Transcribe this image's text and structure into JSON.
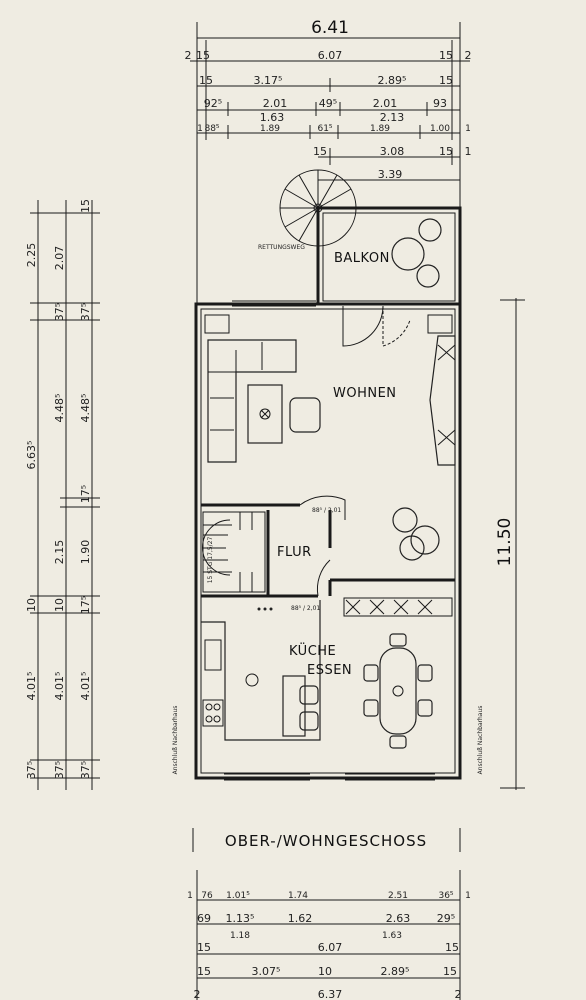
{
  "title": "OBER-/WOHNGESCHOSS",
  "rooms": {
    "wohnen": "WOHNEN",
    "balkon": "BALKON",
    "flur": "FLUR",
    "kueche": "KÜCHE",
    "essen": "ESSEN",
    "rettungsweg": "RETTUNGSWEG"
  },
  "side_notes": {
    "left": "Anschluß Nachbarhaus",
    "right": "Anschluß Nachbarhaus"
  },
  "stair_label": "15 STG 17,5/27",
  "door_labels": [
    "88⁵ / 2,01",
    "88⁵ / 2,01"
  ],
  "overall_height": "11.50",
  "top_dimensions": {
    "row0": [
      "6.41"
    ],
    "row1": [
      "2",
      "15",
      "6.07",
      "15",
      "2"
    ],
    "row2": [
      "15",
      "3.17⁵",
      "2.89⁵",
      "15"
    ],
    "row3": [
      "92⁵",
      "2.01",
      "49⁵",
      "2.01",
      "93"
    ],
    "row3b": [
      "1.63",
      "2.13"
    ],
    "row4": [
      "1",
      "88⁵",
      "1.89",
      "61⁵",
      "1.89",
      "1.00",
      "1"
    ],
    "row5": [
      "15",
      "3.08",
      "15",
      "1"
    ],
    "row6": [
      "3.39"
    ]
  },
  "left_dimensions": {
    "col1": [
      "2.25",
      "6.63⁵",
      "10",
      "4.01⁵",
      "37⁵"
    ],
    "col2": [
      "2.07",
      "37⁵",
      "4.48⁵",
      "2.15",
      "10",
      "4.01⁵",
      "37⁵"
    ],
    "col3": [
      "15",
      "37⁵",
      "4.48⁵",
      "17⁵",
      "1.90",
      "17⁵",
      "4.01⁵",
      "37⁵"
    ]
  },
  "bottom_dimensions": {
    "row1": [
      "1",
      "76",
      "1.01⁵",
      "1.74",
      "2.51",
      "36⁵",
      "1"
    ],
    "row2": [
      "69",
      "1.13⁵",
      "1.62",
      "2.63",
      "29⁵"
    ],
    "row2b": [
      "1.18",
      "1.63"
    ],
    "row3": [
      "15",
      "6.07",
      "15"
    ],
    "row4": [
      "15",
      "3.07⁵",
      "10",
      "2.89⁵",
      "15"
    ],
    "row5": [
      "2",
      "6.37",
      "2"
    ]
  }
}
